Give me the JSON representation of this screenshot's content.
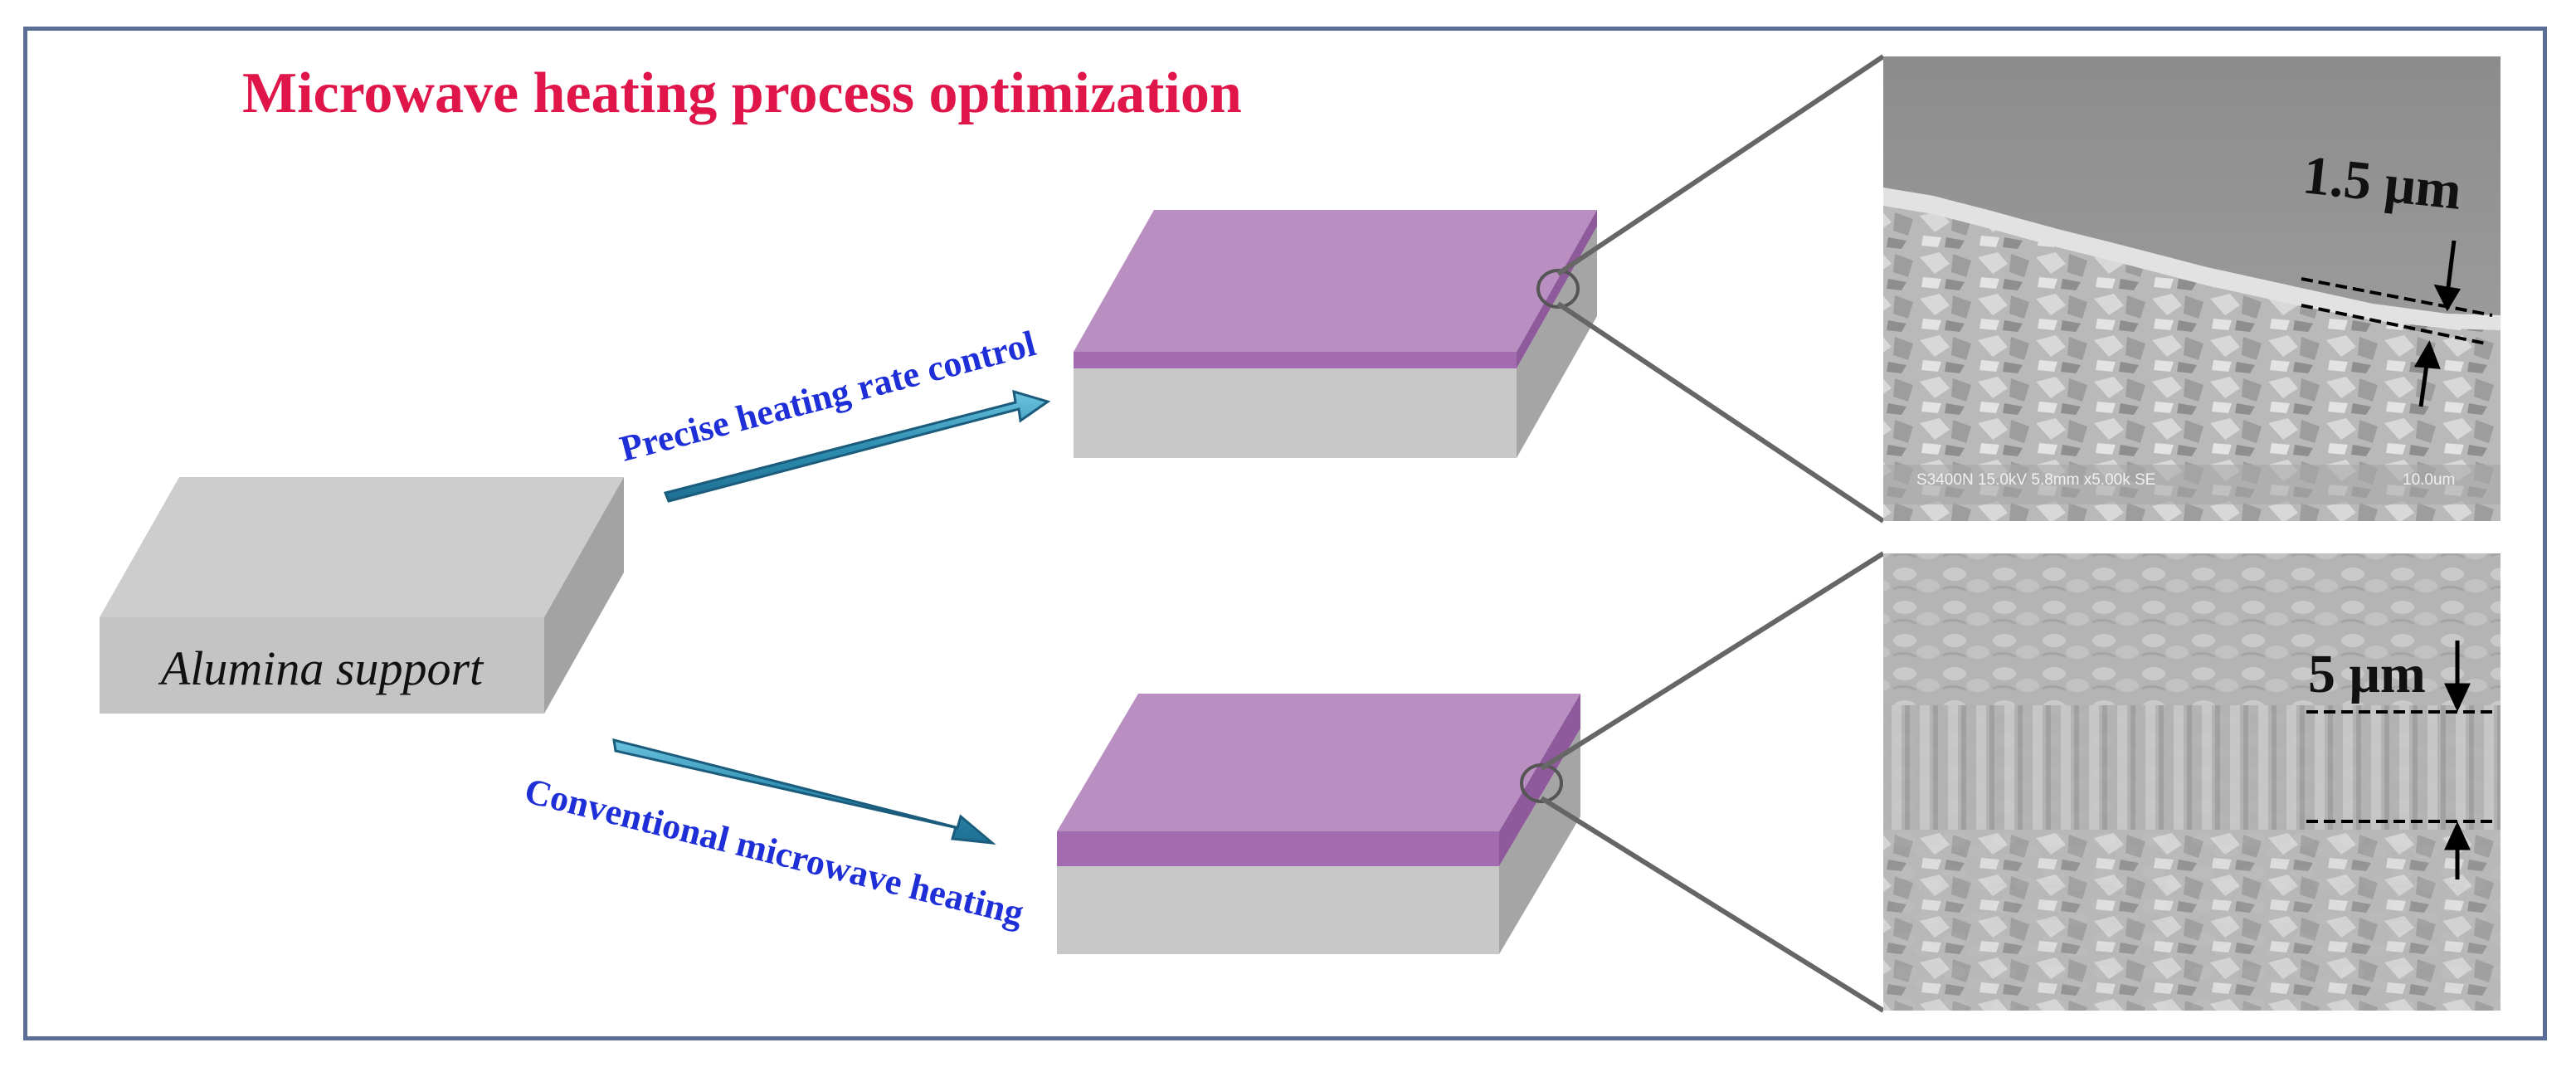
{
  "title": "Microwave heating process optimization",
  "support_label": "Alumina support",
  "paths": [
    {
      "label": "Precise heating rate control",
      "thickness_label": "1.5 μm",
      "sem_info": "S3400N 15.0kV 5.8mm x5.00k SE",
      "sem_scale": "10.0um"
    },
    {
      "label": "Conventional microwave heating",
      "thickness_label": "5 μm"
    }
  ],
  "colors": {
    "title": "#e0164a",
    "arrow_label": "#1f2fd8",
    "arrow_fill": "#2e8fb3",
    "support_top": "#cdcdcd",
    "support_front": "#c4c4c4",
    "support_side": "#a3a3a3",
    "film_top": "#b98fc2",
    "film_edge": "#a36bb0",
    "frame": "#5a6e96"
  }
}
